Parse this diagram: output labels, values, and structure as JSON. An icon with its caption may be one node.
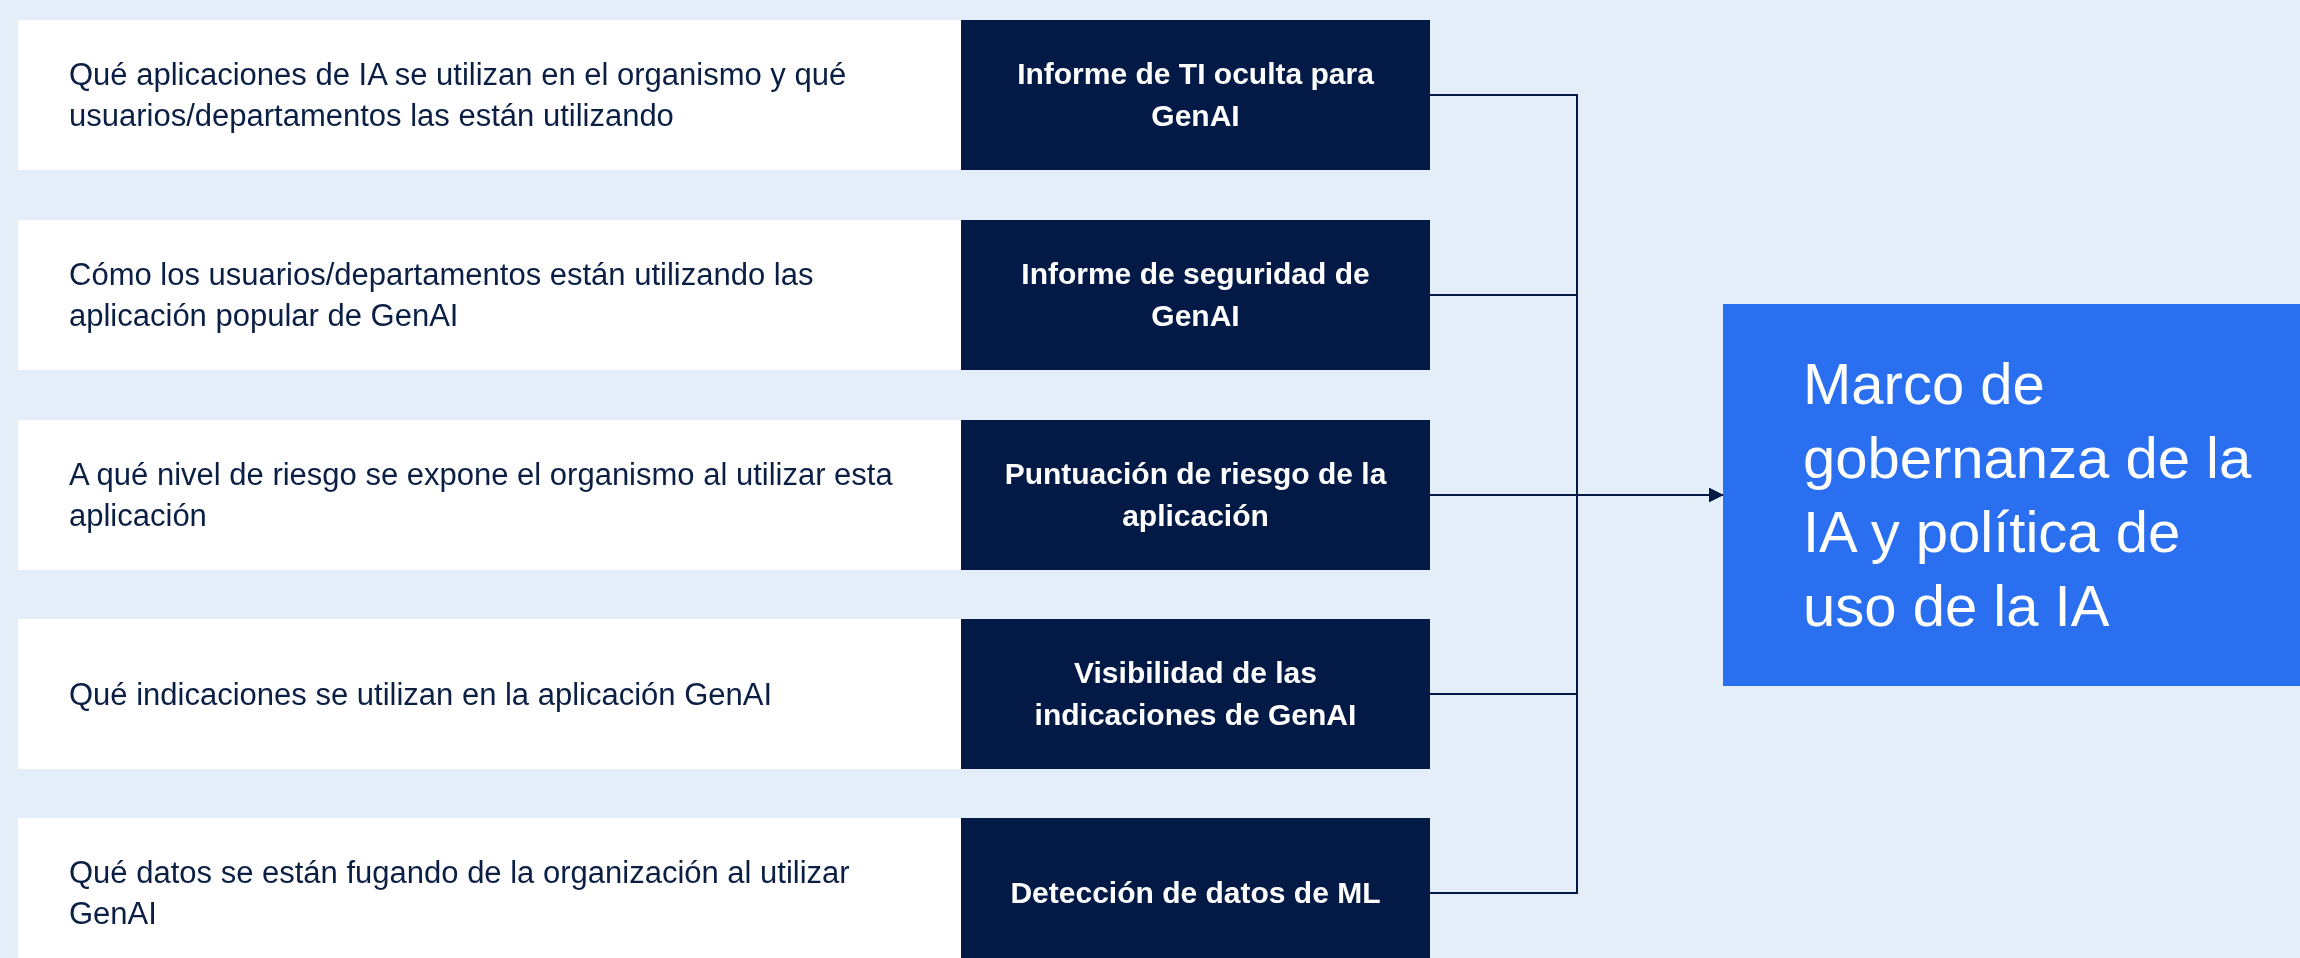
{
  "diagram": {
    "nodes": [
      {
        "text": [
          "Qué aplicaciones de IA se utilizan en el organismo y qué usuarios/departamentos las están utilizando"
        ]
      },
      {
        "text": [
          "Informe de TI oculta para GenAI"
        ]
      },
      {
        "text": [
          "Cómo los usuarios/departamentos están utilizando las aplicación popular de GenAI"
        ]
      },
      {
        "text": [
          "Informe de seguridad de GenAI"
        ]
      },
      {
        "text": [
          "A qué nivel de riesgo se expone el organismo al utilizar esta aplicación"
        ]
      },
      {
        "text": [
          "Puntuación de riesgo de la aplicación"
        ]
      },
      {
        "text": [
          "Qué indicaciones se utilizan en la aplicación GenAI"
        ]
      },
      {
        "text": [
          "Visibilidad de las indicaciones de GenAI"
        ]
      },
      {
        "text": [
          "Qué datos se están fugando de la organización al utilizar GenAI"
        ]
      },
      {
        "text": [
          "Detección de datos de ML"
        ]
      },
      {
        "text": [
          "Marco de gobernanza de la IA y política de uso de la IA"
        ]
      }
    ],
    "edges": [
      {
        "from": 1,
        "to": 10,
        "arrow": "to"
      },
      {
        "from": 3,
        "to": 10,
        "arrow": "to"
      },
      {
        "from": 5,
        "to": 10,
        "arrow": "to"
      },
      {
        "from": 7,
        "to": 10,
        "arrow": "to"
      },
      {
        "from": 9,
        "to": 10,
        "arrow": "to"
      }
    ]
  }
}
